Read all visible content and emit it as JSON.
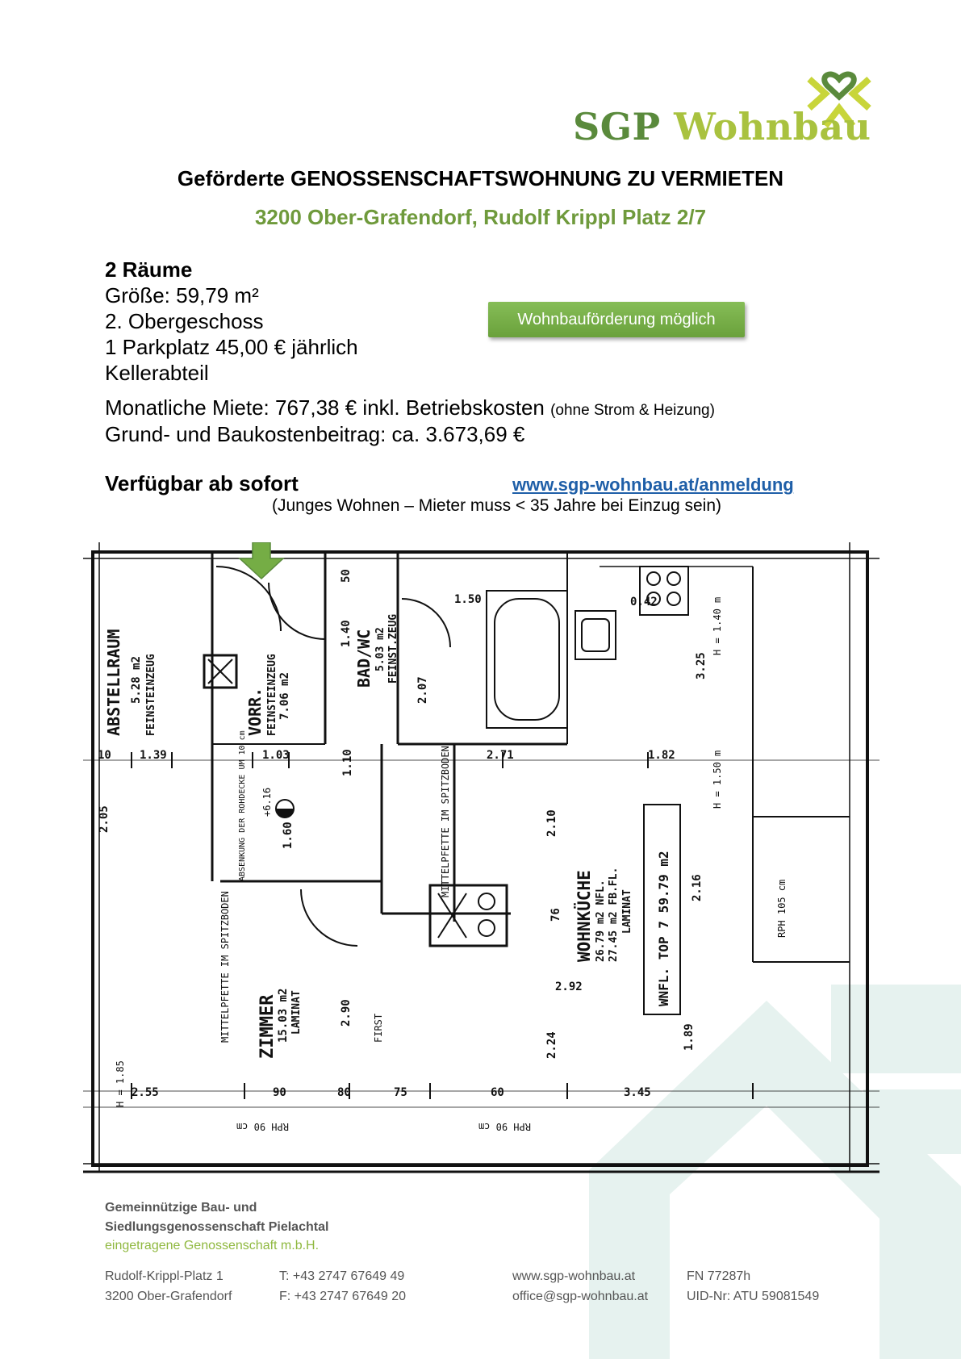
{
  "logo": {
    "brand_prefix": "SGP",
    "brand_suffix": "Wohnbau"
  },
  "title": "Geförderte GENOSSENSCHAFTSWOHNUNG ZU VERMIETEN",
  "address": "3200 Ober-Grafendorf, Rudolf Krippl Platz 2/7",
  "details": {
    "rooms": "2 Räume",
    "size": "Größe: 59,79 m²",
    "floor": "2. Obergeschoss",
    "parking": "1 Parkplatz 45,00 € jährlich",
    "cellar": "Kellerabteil"
  },
  "badge": "Wohnbauförderung möglich",
  "rent": {
    "main": "Monatliche Miete: 767,38 € inkl. Betriebskosten",
    "note": "(ohne Strom & Heizung)"
  },
  "contribution": "Grund- und Baukostenbeitrag: ca. 3.673,69 €",
  "availability": "Verfügbar ab sofort",
  "link": "www.sgp-wohnbau.at/anmeldung",
  "young_note": "(Junges Wohnen – Mieter muss < 35 Jahre bei Einzug sein)",
  "floorplan": {
    "storage": {
      "name": "ABSTELLRAUM",
      "area": "5.28 m2",
      "floor": "FEINSTEINZEUG"
    },
    "hall": {
      "name": "VORR.",
      "area": "7.06 m2",
      "floor": "FEINSTEINZEUG"
    },
    "bath": {
      "name": "BAD/WC",
      "area": "5.03 m2",
      "floor": "FEINST.ZEUG"
    },
    "room": {
      "name": "ZIMMER",
      "area": "15.03 m2",
      "floor": "LAMINAT"
    },
    "kitchen": {
      "name": "WOHNKÜCHE",
      "area1": "26.79 m2 NFL.",
      "area2": "27.45 m2 FB.FL.",
      "floor": "LAMINAT"
    },
    "total": "WNFL. TOP 7  59.79 m2",
    "labels": {
      "first": "FIRST",
      "mittelpfette1": "MITTELPFETTE IM SPITZBODEN",
      "mittelpfette2": "MITTELPFETTE IM SPITZBODEN",
      "h1": "H = 1.40 m",
      "h2": "H = 1.50 m",
      "h3": "H = 1.85",
      "rph1": "RPH 90 cm",
      "rph2": "RPH 90 cm",
      "rph3": "RPH 105 cm",
      "absenkung": "ABSENKUNG DER ROHDECKE UM 10 cm",
      "level": "+6.16"
    },
    "dims": [
      "2.05",
      "1.39",
      "1.03",
      "1.10",
      "2.71",
      "1.82",
      "3.25",
      "2.10",
      "2.16",
      "2.92",
      "2.90",
      "2.24",
      "1.89",
      "2.55",
      "3.45",
      "1.60",
      "0.42",
      "1.50",
      "1.40",
      "2.07",
      "76",
      "60",
      "50",
      "90",
      "80",
      "75",
      "10"
    ]
  },
  "footer": {
    "org_line1": "Gemeinnützige Bau- und",
    "org_line2": "Siedlungsgenossenschaft Pielachtal",
    "org_line3": "eingetragene Genossenschaft m.b.H.",
    "street": "Rudolf-Krippl-Platz 1",
    "city": "3200 Ober-Grafendorf",
    "phone": "T: +43 2747 67649 49",
    "fax": "F: +43 2747 67649 20",
    "web": "www.sgp-wohnbau.at",
    "email": "office@sgp-wohnbau.at",
    "fn": "FN 77287h",
    "uid": "UID-Nr: ATU 59081549"
  },
  "colors": {
    "brand_green": "#5a8a3c",
    "brand_lime": "#a9c23f",
    "badge_green": "#75ad45",
    "link_blue": "#1f5fa8",
    "house_tint": "#e6f2ef"
  }
}
